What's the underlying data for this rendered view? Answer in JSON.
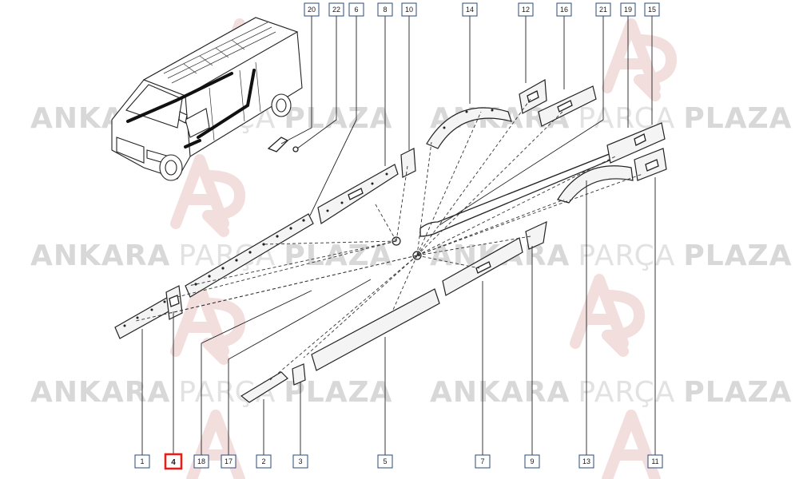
{
  "watermark": {
    "bold": "ANKARA",
    "light": "PARÇA",
    "bold2": "PLAZA"
  },
  "callouts": {
    "top": [
      "20",
      "22",
      "6",
      "8",
      "10",
      "14",
      "12",
      "16",
      "21",
      "19",
      "15"
    ],
    "bottom": [
      "1",
      "4",
      "18",
      "17",
      "2",
      "3",
      "5",
      "7",
      "9",
      "13",
      "11"
    ],
    "highlighted": "4"
  },
  "colors": {
    "highlight": "#e0201c",
    "callout_border": "#2a4a7a",
    "watermark": "#d8d8d8",
    "logo": "#f3dede"
  }
}
